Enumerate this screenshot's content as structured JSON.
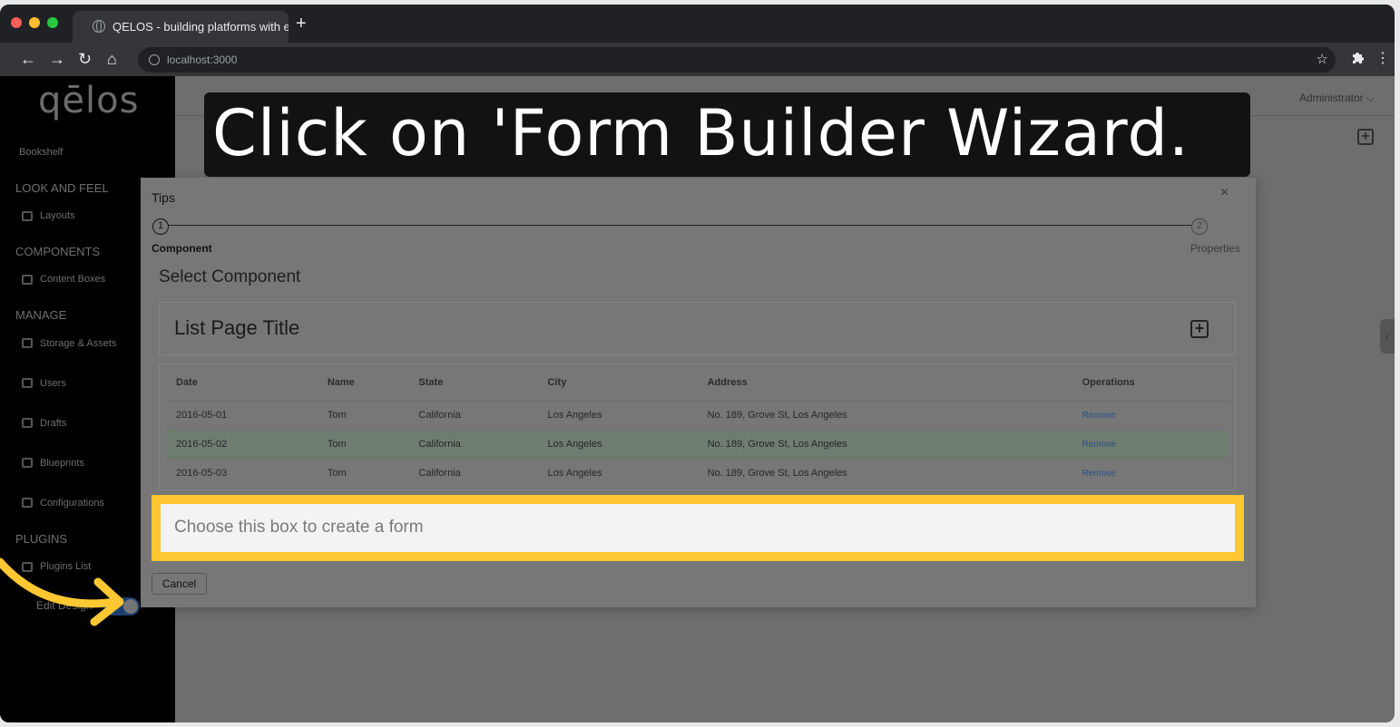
{
  "browser": {
    "tab_title": "QELOS - building platforms with e",
    "new_tab": "+",
    "url": "localhost:3000",
    "back": "←",
    "forward": "→",
    "reload": "↻",
    "home": "⌂",
    "star": "☆",
    "menu": "⋮"
  },
  "app": {
    "logo": "qēlos",
    "user": "Administrator ⌵",
    "edit_design_label": "Edit Design"
  },
  "sidebar": {
    "bookshelf": "Bookshelf",
    "look_and_feel": "LOOK AND FEEL",
    "layouts": "Layouts",
    "components": "COMPONENTS",
    "content_boxes": "Content Boxes",
    "manage": "MANAGE",
    "storage_assets": "Storage & Assets",
    "users": "Users",
    "drafts": "Drafts",
    "blueprints": "Blueprints",
    "configurations": "Configurations",
    "plugins": "PLUGINS",
    "plugins_list": "Plugins List"
  },
  "modal": {
    "title": "Tips",
    "close": "×",
    "steps": [
      {
        "num": "1",
        "label": "Component"
      },
      {
        "num": "2",
        "label": "Properties"
      }
    ],
    "select_heading": "Select Component",
    "card_title": "List Page Title",
    "table": {
      "headers": [
        "Date",
        "Name",
        "State",
        "City",
        "Address",
        "Operations"
      ],
      "rows": [
        [
          "2016-05-01",
          "Tom",
          "California",
          "Los Angeles",
          "No. 189, Grove St, Los Angeles",
          "Remove"
        ],
        [
          "2016-05-02",
          "Tom",
          "California",
          "Los Angeles",
          "No. 189, Grove St, Los Angeles",
          "Remove"
        ],
        [
          "2016-05-03",
          "Tom",
          "California",
          "Los Angeles",
          "No. 189, Grove St, Los Angeles",
          "Remove"
        ]
      ]
    },
    "form_box_text": "Choose this box to create a form",
    "cancel": "Cancel"
  },
  "instruction": {
    "text": "Click on 'Form Builder Wizard."
  },
  "colors": {
    "highlight": "#ffc832",
    "banner_bg": "#121212"
  }
}
